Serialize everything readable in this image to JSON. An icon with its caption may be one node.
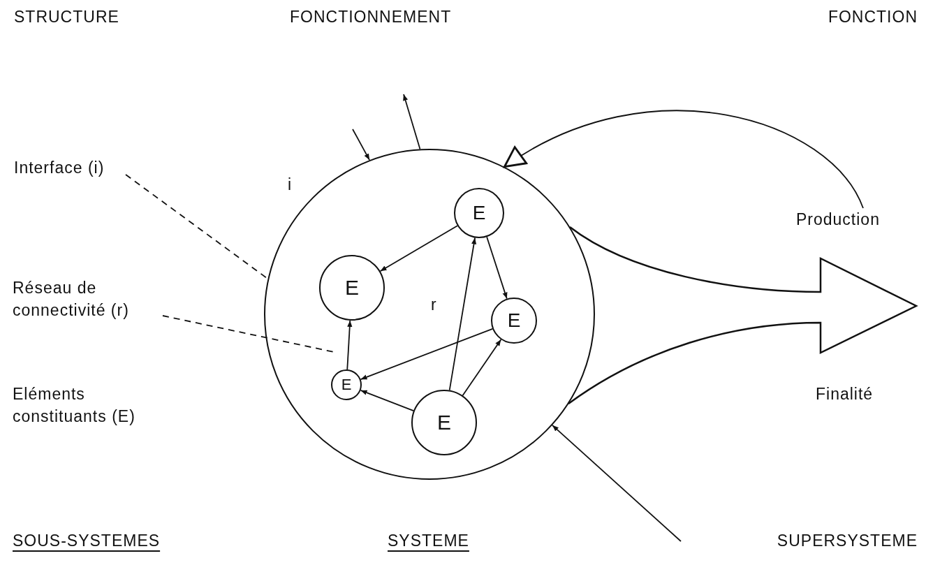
{
  "diagram": {
    "nodes": [
      {
        "text": [],
        "shape": "circle"
      },
      {
        "text": [
          "E"
        ],
        "in": 0
      },
      {
        "text": [
          "E"
        ],
        "in": 0
      },
      {
        "text": [
          "E"
        ],
        "in": 0
      },
      {
        "text": [
          "E"
        ],
        "in": 0
      },
      {
        "text": [
          "E"
        ],
        "in": 0
      },
      {
        "text": [
          "Interface (i)"
        ]
      },
      {
        "text": [
          "Réseau de connectivité (r)"
        ]
      },
      {
        "text": [
          "Production"
        ]
      },
      {
        "text": [],
        "shape": "arrow"
      }
    ],
    "edges": [
      {
        "from": 1,
        "to": 2,
        "arrow": "to"
      },
      {
        "from": 1,
        "to": 3,
        "arrow": "to"
      },
      {
        "from": 5,
        "to": 1,
        "arrow": "to"
      },
      {
        "from": 5,
        "to": 3,
        "arrow": "to"
      },
      {
        "from": 3,
        "to": 4,
        "arrow": "to"
      },
      {
        "from": 5,
        "to": 4,
        "arrow": "to"
      },
      {
        "from": 4,
        "to": 2,
        "arrow": "to"
      },
      {
        "from": 6,
        "to": 0,
        "arrow": "none",
        "style": "dashed"
      },
      {
        "from": 7,
        "to": null,
        "arrow": "none",
        "style": "dashed"
      },
      {
        "from": null,
        "to": 0,
        "arrow": "to"
      },
      {
        "from": 0,
        "to": null,
        "arrow": "to"
      },
      {
        "from": 8,
        "to": 0,
        "arrow": "to"
      },
      {
        "from": null,
        "to": 0,
        "arrow": "to"
      }
    ],
    "labels": [
      "STRUCTURE",
      "FONCTIONNEMENT",
      "FONCTION",
      "i",
      "r",
      "Eléments constituants (E)",
      "Finalité",
      "SOUS-SYSTEMES",
      "SYSTEME",
      "SUPERSYSTEME"
    ]
  }
}
